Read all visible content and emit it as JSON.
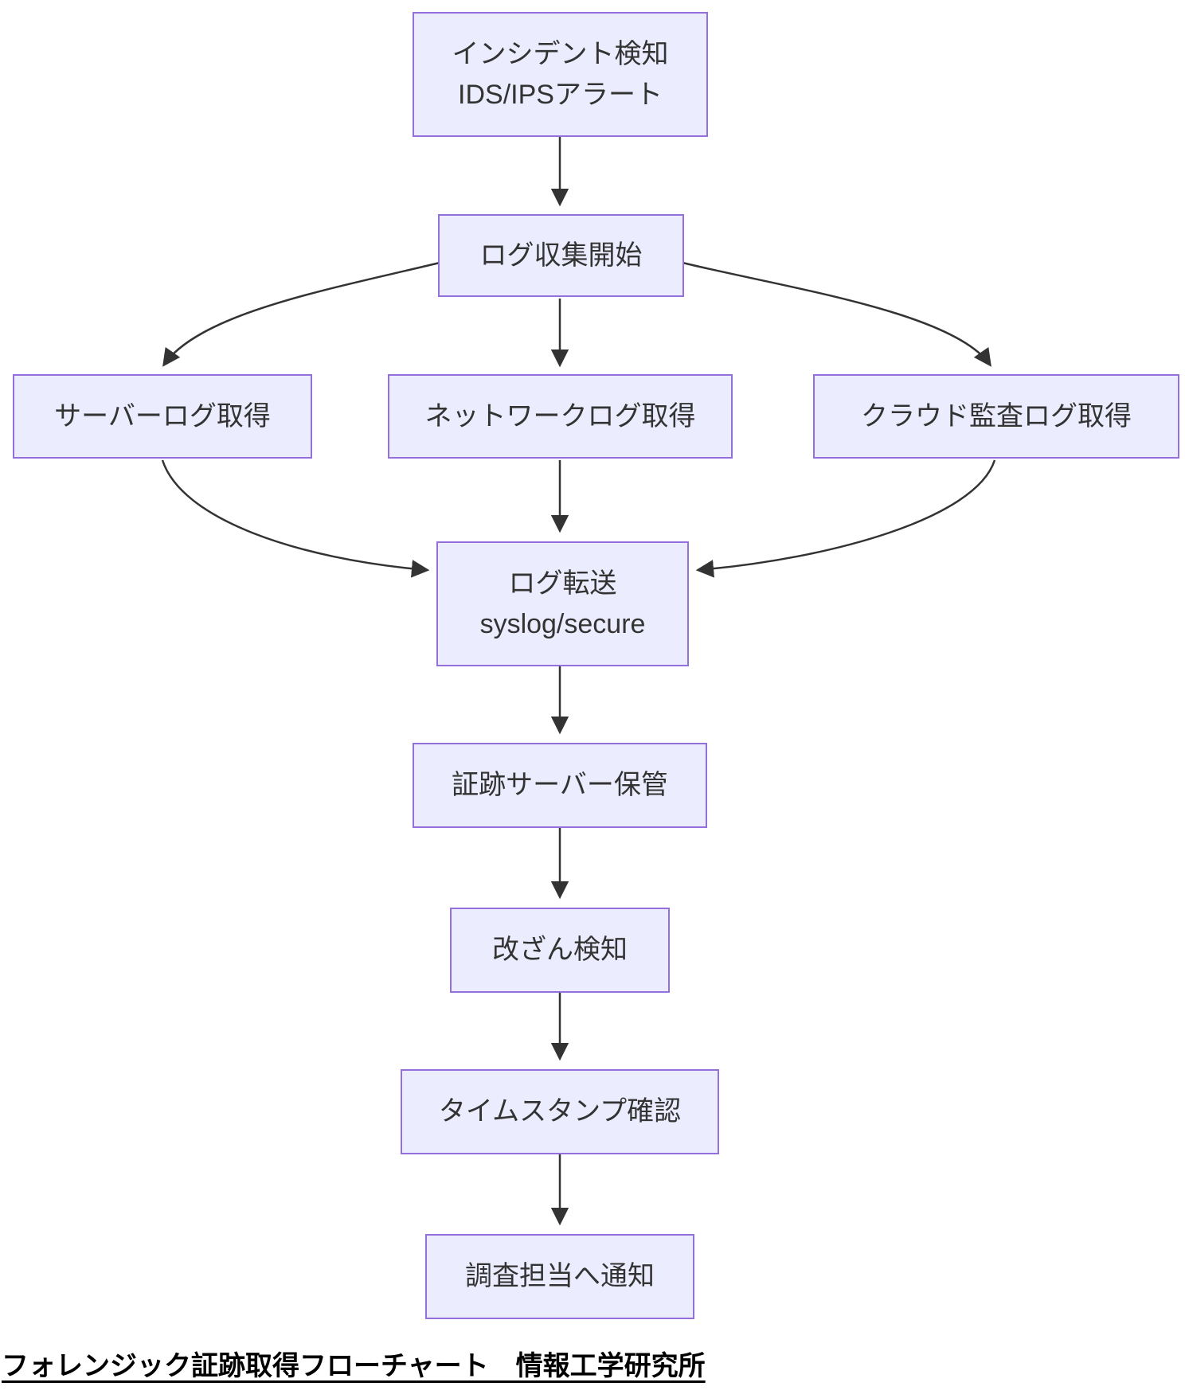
{
  "diagram": {
    "title": "フォレンジック証跡取得フローチャート　情報工学研究所",
    "nodes": [
      {
        "id": "incident",
        "lines": [
          "インシデント検知",
          "IDS/IPSアラート"
        ]
      },
      {
        "id": "log_collect",
        "lines": [
          "ログ収集開始"
        ]
      },
      {
        "id": "server_log",
        "lines": [
          "サーバーログ取得"
        ]
      },
      {
        "id": "network_log",
        "lines": [
          "ネットワークログ取得"
        ]
      },
      {
        "id": "cloud_log",
        "lines": [
          "クラウド監査ログ取得"
        ]
      },
      {
        "id": "log_transfer",
        "lines": [
          "ログ転送",
          "syslog/secure"
        ]
      },
      {
        "id": "evidence_store",
        "lines": [
          "証跡サーバー保管"
        ]
      },
      {
        "id": "tamper_detect",
        "lines": [
          "改ざん検知"
        ]
      },
      {
        "id": "timestamp",
        "lines": [
          "タイムスタンプ確認"
        ]
      },
      {
        "id": "notify",
        "lines": [
          "調査担当へ通知"
        ]
      }
    ],
    "edges": [
      {
        "from": "incident",
        "to": "log_collect"
      },
      {
        "from": "log_collect",
        "to": "server_log"
      },
      {
        "from": "log_collect",
        "to": "network_log"
      },
      {
        "from": "log_collect",
        "to": "cloud_log"
      },
      {
        "from": "server_log",
        "to": "log_transfer"
      },
      {
        "from": "network_log",
        "to": "log_transfer"
      },
      {
        "from": "cloud_log",
        "to": "log_transfer"
      },
      {
        "from": "log_transfer",
        "to": "evidence_store"
      },
      {
        "from": "evidence_store",
        "to": "tamper_detect"
      },
      {
        "from": "tamper_detect",
        "to": "timestamp"
      },
      {
        "from": "timestamp",
        "to": "notify"
      }
    ]
  },
  "colors": {
    "node_fill": "#ECECFF",
    "node_border": "#9370DB",
    "arrow": "#333333",
    "text": "#333333",
    "title_text": "#000000"
  }
}
